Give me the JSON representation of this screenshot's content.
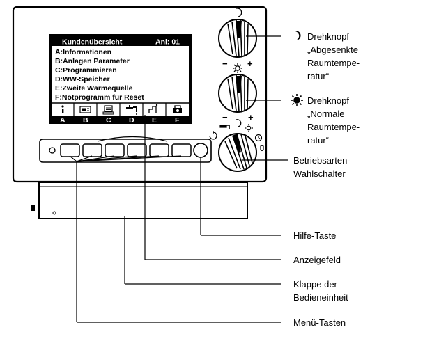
{
  "display": {
    "header_title": "Kundenübersicht",
    "header_unit": "Anl: 01",
    "menu_items": [
      "A:Informationen",
      "B:Anlagen Parameter",
      "C:Programmieren",
      "D:WW-Speicher",
      "E:Zweite Wärmequelle",
      "F:Notprogramm für Reset"
    ],
    "softkey_letters": [
      "A",
      "B",
      "C",
      "D",
      "E",
      "F"
    ],
    "softkey_icons": [
      "info-icon",
      "parameter-icon",
      "program-icon",
      "tap-water-icon",
      "second-heat-source-icon",
      "emergency-icon"
    ]
  },
  "knob_markers": {
    "minus": "−",
    "plus": "+"
  },
  "callouts": {
    "reduced_knob": [
      "Drehknopf",
      "„Abgesenkte",
      "Raumtempe-",
      "ratur“"
    ],
    "normal_knob": [
      "Drehknopf",
      "„Normale",
      "Raumtempe-",
      "ratur“"
    ],
    "mode_switch": [
      "Betriebsarten-",
      "Wahlschalter"
    ],
    "help_key": [
      "Hilfe-Taste"
    ],
    "display": [
      "Anzeigefeld"
    ],
    "flap": [
      "Klappe der",
      "Bedieneinheit"
    ],
    "menu_keys": [
      "Menü-Tasten"
    ]
  }
}
